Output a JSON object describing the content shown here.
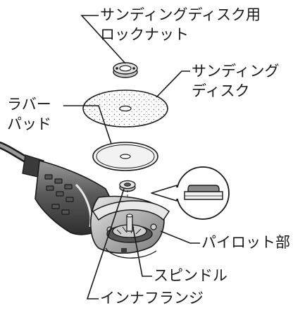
{
  "labels": {
    "lock_nut": [
      "サンディングディスク用",
      "ロックナット"
    ],
    "sanding_disc": [
      "サンディング",
      "ディスク"
    ],
    "rubber_pad": [
      "ラバー",
      "パッド"
    ],
    "pilot": "パイロット部",
    "spindle": "スピンドル",
    "inner_flange": "インナフランジ"
  },
  "colors": {
    "line": "#1a1a1a",
    "tool_dark": "#3a3a3a",
    "tool_mid": "#8a8a8a",
    "tool_light": "#d4d4d4",
    "disc_fill": "#ffffff"
  }
}
